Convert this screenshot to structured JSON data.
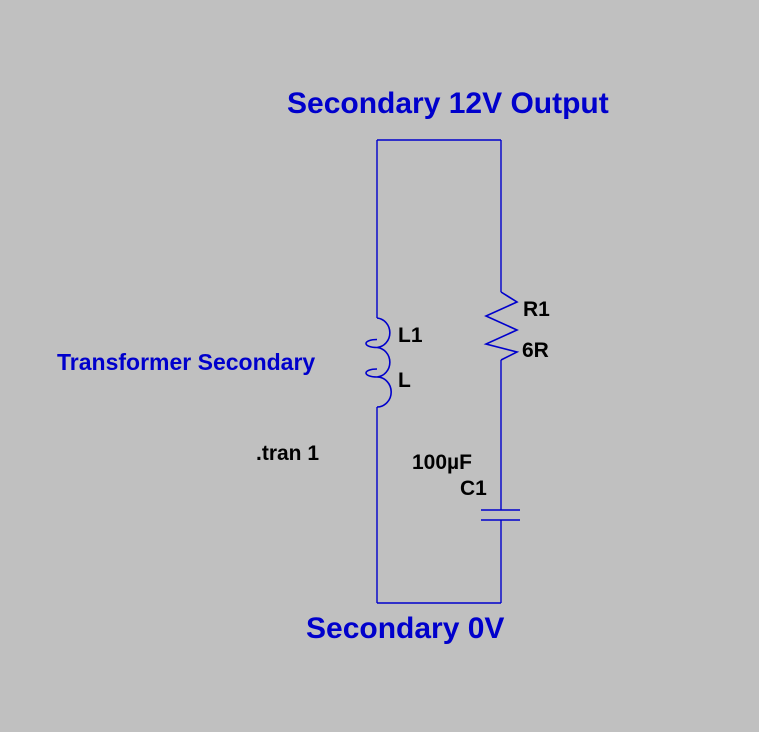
{
  "net_labels": {
    "top": "Secondary 12V Output",
    "bottom": "Secondary 0V"
  },
  "comment": "Transformer Secondary",
  "directive": ".tran 1",
  "inductor": {
    "name": "L1",
    "value": "L"
  },
  "resistor": {
    "name": "R1",
    "value": "6R"
  },
  "capacitor": {
    "name": "C1",
    "value": "100µF"
  },
  "colors": {
    "background": "#c0c0c0",
    "wire": "#0000cc",
    "label_blue": "#0000cc",
    "label_black": "#000000"
  }
}
